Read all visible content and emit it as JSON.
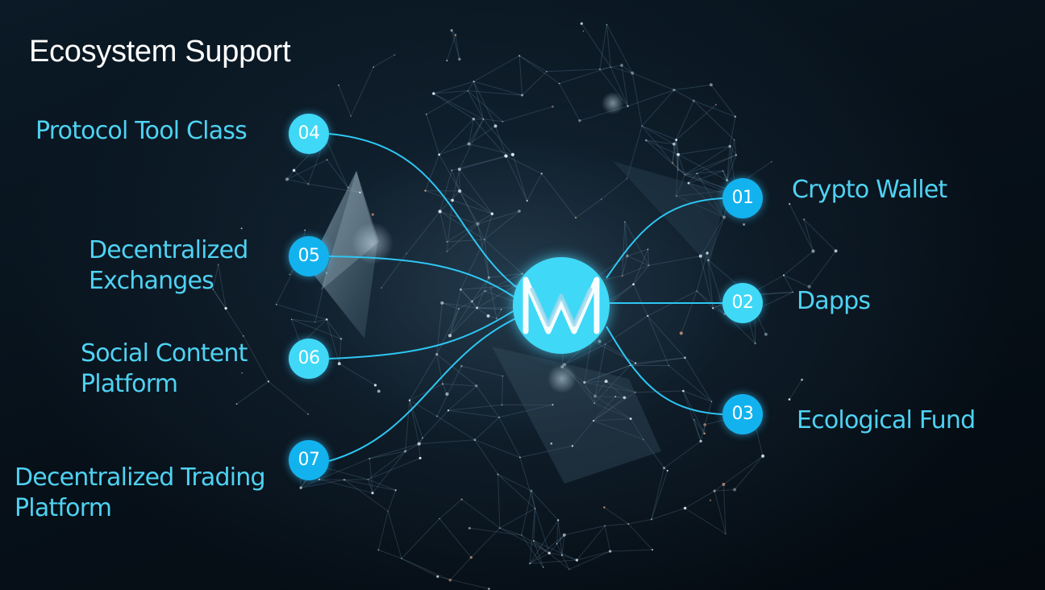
{
  "title": "Ecosystem Support",
  "hub": {
    "icon": "stylized-m-logo-icon"
  },
  "colors": {
    "accent": "#4fd2f2",
    "badge": "#12b2ee",
    "badge_light": "#3fd8f6",
    "link": "#2ec6f2",
    "title": "#ffffff"
  },
  "nodes": [
    {
      "number": "01",
      "lines": [
        "Crypto Wallet"
      ]
    },
    {
      "number": "02",
      "lines": [
        "Dapps"
      ]
    },
    {
      "number": "03",
      "lines": [
        "Ecological Fund"
      ]
    },
    {
      "number": "04",
      "lines": [
        "Protocol Tool Class"
      ]
    },
    {
      "number": "05",
      "lines": [
        "Decentralized",
        "Exchanges"
      ]
    },
    {
      "number": "06",
      "lines": [
        "Social Content",
        "Platform"
      ]
    },
    {
      "number": "07",
      "lines": [
        "Decentralized Trading",
        "Platform"
      ]
    }
  ]
}
